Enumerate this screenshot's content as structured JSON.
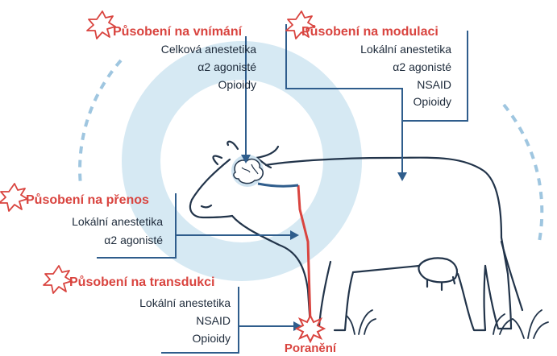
{
  "groups": {
    "perception": {
      "title": "Působení na vnímání",
      "items": [
        "Celková anestetika",
        "α2 agonisté",
        "Opioidy"
      ]
    },
    "modulation": {
      "title": "Působení na modulaci",
      "items": [
        "Lokální anestetika",
        "α2 agonisté",
        "NSAID",
        "Opioidy"
      ]
    },
    "transmission": {
      "title": "Působení na přenos",
      "items": [
        "Lokální anestetika",
        "α2 agonisté"
      ]
    },
    "transduction": {
      "title": "Působení na transdukci",
      "items": [
        "Lokální anestetika",
        "NSAID",
        "Opioidy"
      ]
    }
  },
  "injury": {
    "label": "Poranění"
  },
  "colors": {
    "accent": "#d9443f",
    "line": "#2f5d8c",
    "outline": "#22344a",
    "halo": "#d6e9f3",
    "pathway": "#d9443f"
  },
  "icons": [
    "starburst-icon",
    "brain-icon",
    "cow-illustration",
    "grass-icon"
  ]
}
